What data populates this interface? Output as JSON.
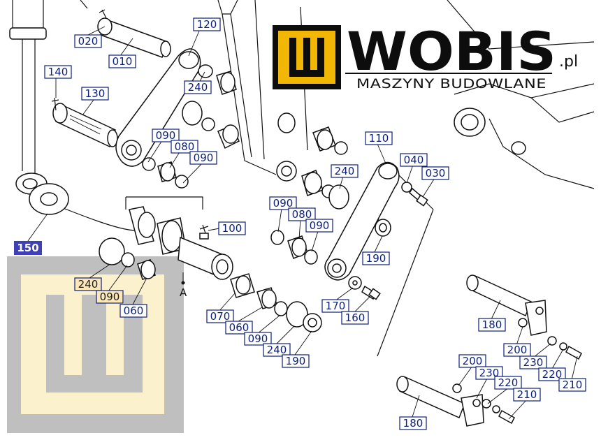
{
  "brand": {
    "name": "WOBIS",
    "suffix": ".pl",
    "tagline": "MASZYNY BUDOWLANE",
    "colors": {
      "yellow": "#f2b705",
      "black": "#0d0d0d",
      "watermark_gray": "#bfbfbf",
      "watermark_cream": "#fbf1cd"
    }
  },
  "diagram": {
    "selected_part": "150",
    "point_marker": "A",
    "colors": {
      "label_border": "#0c1f7a",
      "label_text": "#0c1f7a",
      "selected_fill": "#3f3fb7",
      "highlight_fill": "#fbe7b8"
    },
    "labels": {
      "l020": "020",
      "l010": "010",
      "l120": "120",
      "l140": "140",
      "l130": "130",
      "l240a": "240",
      "l090a": "090",
      "l080a": "080",
      "l090b": "090",
      "l110": "110",
      "l040": "040",
      "l030": "030",
      "l240b": "240",
      "l100": "100",
      "l090c": "090",
      "l080b": "080",
      "l090d": "090",
      "l190a": "190",
      "l240c": "240",
      "l090e": "090",
      "l060a": "060",
      "l070": "070",
      "l060b": "060",
      "l090f": "090",
      "l240d": "240",
      "l190b": "190",
      "l170": "170",
      "l160": "160",
      "l180a": "180",
      "l200a": "200",
      "l230a": "230",
      "l220a": "220",
      "l210a": "210",
      "l200b": "200",
      "l230b": "230",
      "l220b": "220",
      "l210b": "210",
      "l180b": "180",
      "l150": "150"
    }
  }
}
